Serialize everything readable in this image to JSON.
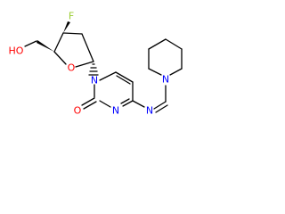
{
  "molecule": {
    "atoms": {
      "fluorine": "F",
      "hydroxyl": "HO",
      "ring_oxygen": "O",
      "n1": "N",
      "carbonyl_oxygen": "O",
      "n3": "N",
      "imine_nitrogen": "N",
      "piperidine_nitrogen": "N"
    },
    "colors": {
      "bond": "#000000",
      "fluorine": "#9acd32",
      "oxygen": "#ff0000",
      "nitrogen": "#0000ff"
    }
  }
}
